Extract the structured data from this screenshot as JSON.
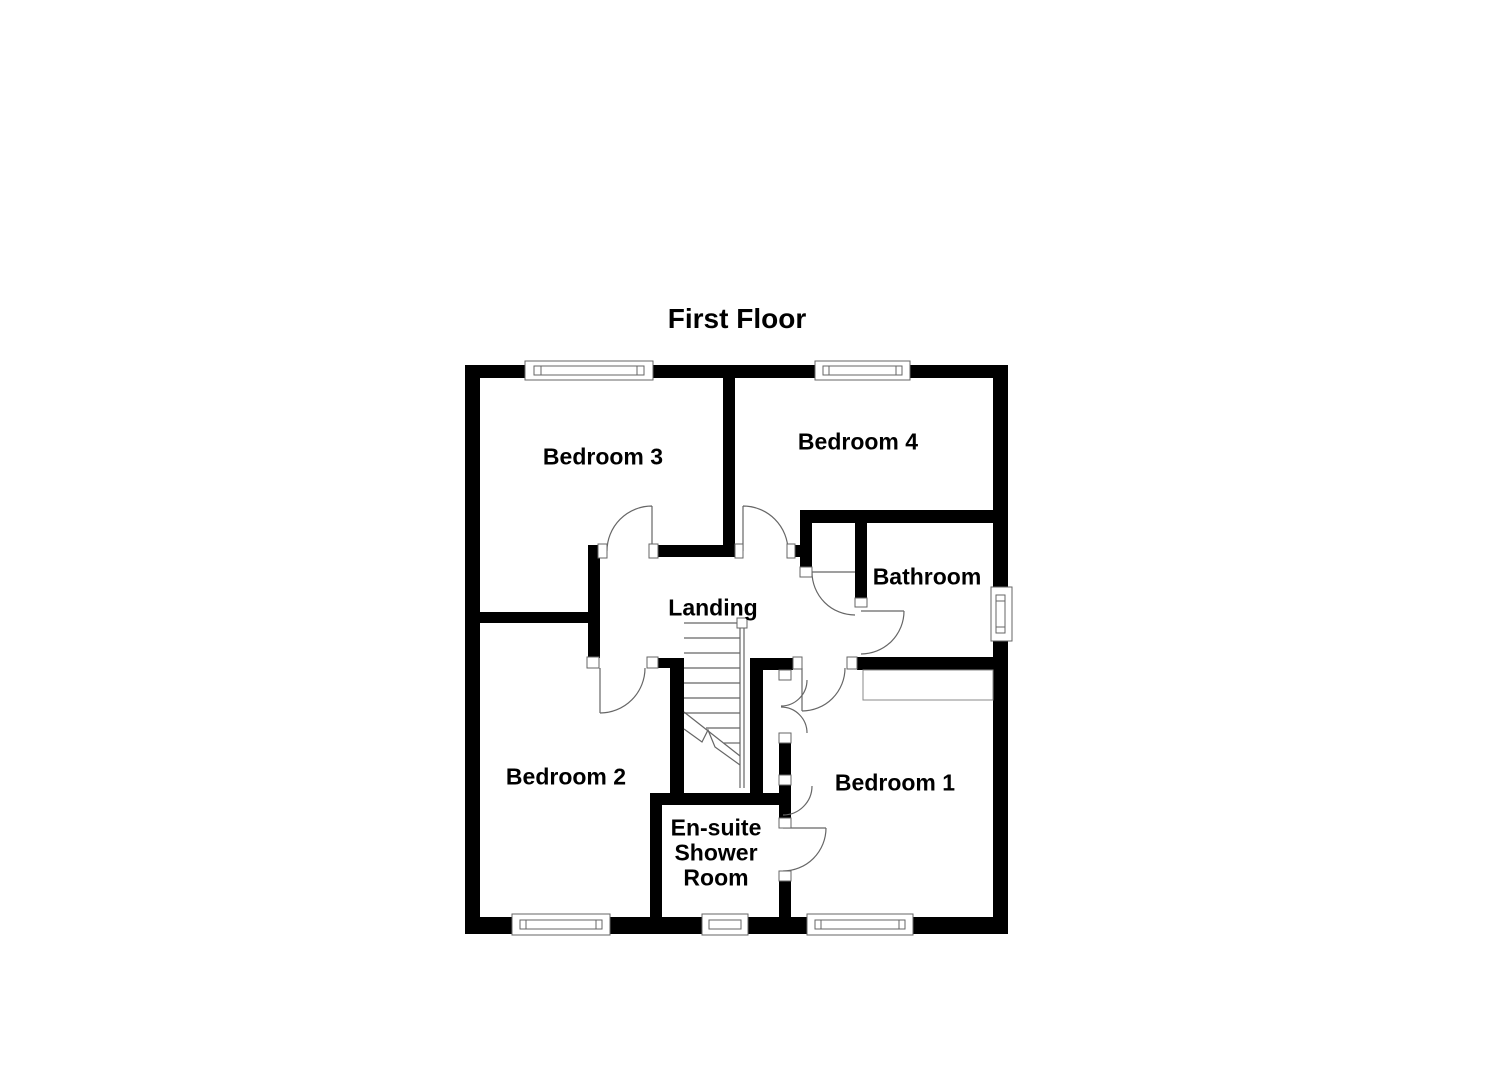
{
  "title": "First Floor",
  "rooms": {
    "bedroom3": "Bedroom 3",
    "bedroom4": "Bedroom 4",
    "bathroom": "Bathroom",
    "landing": "Landing",
    "bedroom2": "Bedroom 2",
    "bedroom1": "Bedroom 1",
    "ensuite_line1": "En-suite",
    "ensuite_line2": "Shower",
    "ensuite_line3": "Room"
  },
  "colors": {
    "wall": "#000000",
    "detail_line": "#666666",
    "background": "#ffffff",
    "text": "#000000"
  }
}
